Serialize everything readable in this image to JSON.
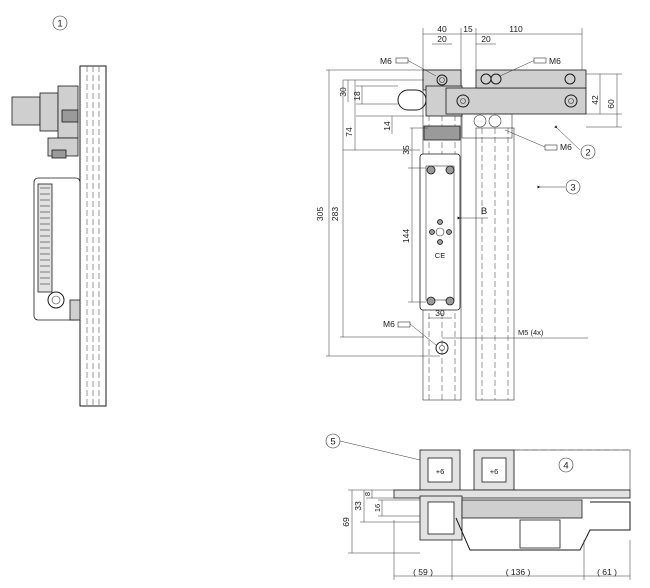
{
  "callouts": {
    "c1": "1",
    "c2": "2",
    "c3": "3",
    "c4": "4",
    "c5": "5"
  },
  "top_dims": {
    "d40": "40",
    "d15": "15",
    "d110": "110",
    "d20a": "20",
    "d20b": "20"
  },
  "right_dims": {
    "d42": "42",
    "d60": "60"
  },
  "left_dims": {
    "d305": "305",
    "d283": "283",
    "d74": "74",
    "d30": "30",
    "d18": "18",
    "d14": "14",
    "d35": "35",
    "d144": "144"
  },
  "bottom_dims": {
    "d30": "30",
    "m5": "M5 (4x)"
  },
  "screws": {
    "m6_top_left": "M6",
    "m6_top_right": "M6",
    "m6_mid_right": "M6",
    "m6_bottom": "M6"
  },
  "view_label": "B",
  "ce_mark": "CE",
  "section_dims": {
    "d69": "69",
    "d33": "33",
    "d8": "8",
    "d16": "16",
    "d59": "( 59 )",
    "d136": "( 136 )",
    "d61": "( 61 )"
  },
  "profile_label": "+6"
}
